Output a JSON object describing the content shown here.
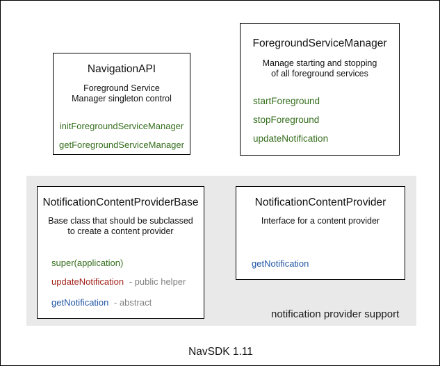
{
  "diagram": {
    "caption": "NavSDK 1.11",
    "group_label": "notification provider support",
    "colors": {
      "method_green": "#356e1d",
      "method_red": "#a3261e",
      "method_blue": "#2156a5",
      "annotation_gray": "#808080",
      "group_background": "#e9e9e9",
      "box_border": "#000000"
    },
    "boxes": {
      "navigation_api": {
        "title": "NavigationAPI",
        "description_line1": "Foreground Service",
        "description_line2": "Manager singleton control",
        "methods": {
          "m1": "initForegroundServiceManager",
          "m2": "getForegroundServiceManager"
        }
      },
      "foreground_service_manager": {
        "title": "ForegroundServiceManager",
        "description_line1": "Manage starting and stopping",
        "description_line2": "of all foreground services",
        "methods": {
          "m1": "startForeground",
          "m2": "stopForeground",
          "m3": "updateNotification"
        }
      },
      "notification_content_provider_base": {
        "title": "NotificationContentProviderBase",
        "description_line1": "Base class that should be subclassed",
        "description_line2": "to create a content provider",
        "methods": {
          "m1": "super(application)",
          "m2": "updateNotification",
          "m2_note": "- public helper",
          "m3": "getNotification",
          "m3_note": "- abstract"
        }
      },
      "notification_content_provider": {
        "title": "NotificationContentProvider",
        "description_line1": "Interface for a content provider",
        "methods": {
          "m1": "getNotification"
        }
      }
    }
  }
}
